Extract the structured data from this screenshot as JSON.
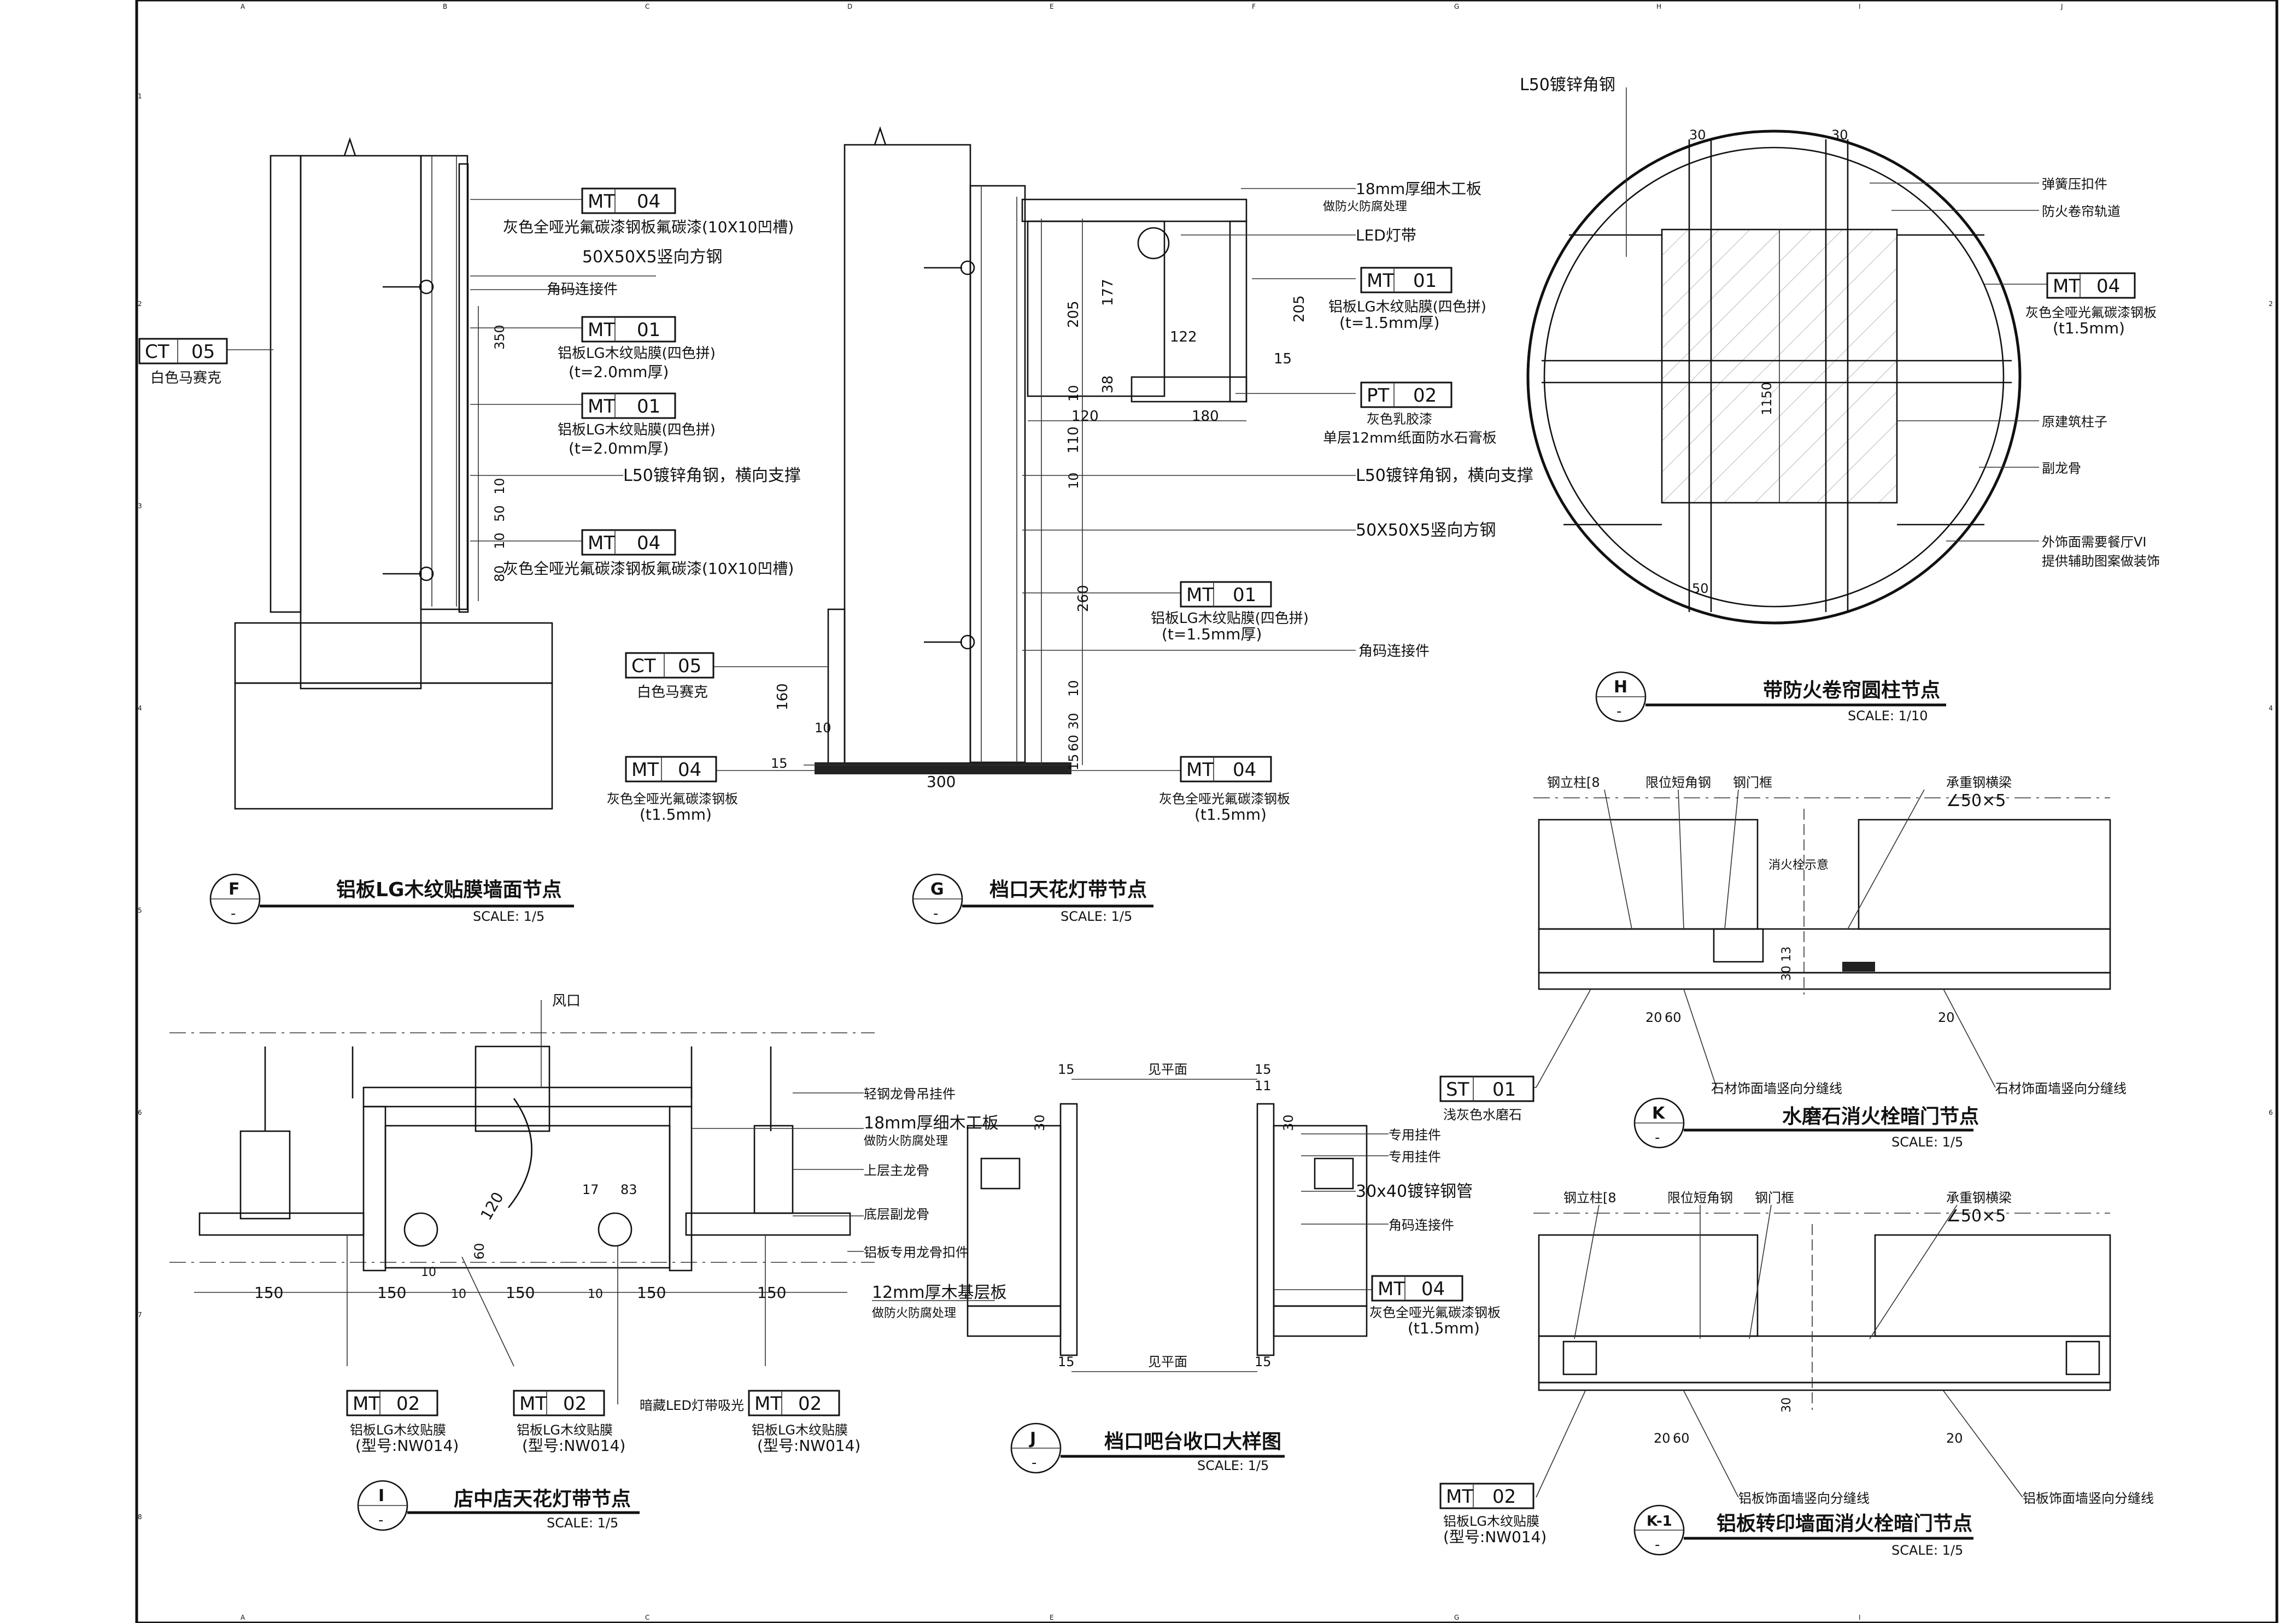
{
  "sheet": {
    "grid_columns": [
      "A",
      "B",
      "C",
      "D",
      "E",
      "F",
      "G",
      "H",
      "I",
      "J"
    ],
    "grid_rows": [
      "1",
      "2",
      "3",
      "4",
      "5",
      "6",
      "7",
      "8"
    ]
  },
  "details": {
    "F": {
      "id": "F",
      "sub": "-",
      "title": "铝板LG木纹贴膜墙面节点",
      "scale": "SCALE: 1/5",
      "tags": [
        {
          "code": "MT",
          "num": "04",
          "desc": [
            "灰色全哑光氟碳漆钢板氟碳漆(10X10凹槽)"
          ]
        },
        {
          "code": "",
          "num": "",
          "desc": [
            "50X50X5竖向方钢"
          ]
        },
        {
          "code": "",
          "num": "",
          "desc": [
            "角码连接件"
          ]
        },
        {
          "code": "MT",
          "num": "01",
          "desc": [
            "铝板LG木纹贴膜(四色拼)",
            "(t=2.0mm厚)"
          ]
        },
        {
          "code": "MT",
          "num": "01",
          "desc": [
            "铝板LG木纹贴膜(四色拼)",
            "(t=2.0mm厚)"
          ]
        },
        {
          "code": "",
          "num": "",
          "desc": [
            "L50镀锌角钢，横向支撑"
          ]
        },
        {
          "code": "MT",
          "num": "04",
          "desc": [
            "灰色全哑光氟碳漆钢板氟碳漆(10X10凹槽)"
          ]
        },
        {
          "code": "CT",
          "num": "05",
          "desc": [
            "白色马赛克"
          ]
        }
      ],
      "dims": [
        "350",
        "10",
        "50",
        "10",
        "80"
      ]
    },
    "G": {
      "id": "G",
      "sub": "-",
      "title": "档口天花灯带节点",
      "scale": "SCALE: 1/5",
      "tags": [
        {
          "code": "",
          "num": "",
          "desc": [
            "18mm厚细木工板",
            "做防火防腐处理"
          ]
        },
        {
          "code": "",
          "num": "",
          "desc": [
            "LED灯带"
          ]
        },
        {
          "code": "MT",
          "num": "01",
          "desc": [
            "铝板LG木纹贴膜(四色拼)",
            "(t=1.5mm厚)"
          ]
        },
        {
          "code": "PT",
          "num": "02",
          "desc": [
            "灰色乳胶漆",
            "单层12mm纸面防水石膏板"
          ]
        },
        {
          "code": "",
          "num": "",
          "desc": [
            "L50镀锌角钢，横向支撑"
          ]
        },
        {
          "code": "",
          "num": "",
          "desc": [
            "50X50X5竖向方钢"
          ]
        },
        {
          "code": "MT",
          "num": "01",
          "desc": [
            "铝板LG木纹贴膜(四色拼)",
            "(t=1.5mm厚)"
          ]
        },
        {
          "code": "",
          "num": "",
          "desc": [
            "角码连接件"
          ]
        },
        {
          "code": "CT",
          "num": "05",
          "desc": [
            "白色马赛克"
          ]
        },
        {
          "code": "MT",
          "num": "04",
          "desc": [
            "灰色全哑光氟碳漆钢板",
            "(t1.5mm)"
          ]
        },
        {
          "code": "MT",
          "num": "04",
          "desc": [
            "灰色全哑光氟碳漆钢板",
            "(t1.5mm)"
          ]
        }
      ],
      "dims": [
        "205",
        "177",
        "122",
        "38",
        "205",
        "15",
        "10",
        "120",
        "180",
        "110",
        "10",
        "260",
        "10",
        "30",
        "60",
        "15",
        "160",
        "10",
        "15",
        "300"
      ]
    },
    "H": {
      "id": "H",
      "sub": "-",
      "title": "带防火卷帘圆柱节点",
      "scale": "SCALE: 1/10",
      "tags": [
        {
          "code": "",
          "num": "",
          "desc": [
            "L50镀锌角钢"
          ]
        },
        {
          "code": "",
          "num": "",
          "desc": [
            "弹簧压扣件"
          ]
        },
        {
          "code": "",
          "num": "",
          "desc": [
            "防火卷帘轨道"
          ]
        },
        {
          "code": "MT",
          "num": "04",
          "desc": [
            "灰色全哑光氟碳漆钢板",
            "(t1.5mm)"
          ]
        },
        {
          "code": "",
          "num": "",
          "desc": [
            "原建筑柱子"
          ]
        },
        {
          "code": "",
          "num": "",
          "desc": [
            "副龙骨"
          ]
        },
        {
          "code": "",
          "num": "",
          "desc": [
            "外饰面需要餐厅VI",
            "提供辅助图案做装饰"
          ]
        }
      ],
      "dims": [
        "30",
        "1150",
        "30",
        "50"
      ]
    },
    "K": {
      "id": "K",
      "sub": "-",
      "title": "水磨石消火栓暗门节点",
      "scale": "SCALE: 1/5",
      "tags": [
        {
          "code": "",
          "num": "",
          "desc": [
            "钢立柱[8"
          ]
        },
        {
          "code": "",
          "num": "",
          "desc": [
            "限位短角钢"
          ]
        },
        {
          "code": "",
          "num": "",
          "desc": [
            "钢门框"
          ]
        },
        {
          "code": "",
          "num": "",
          "desc": [
            "承重钢横梁",
            "∠50×5"
          ]
        },
        {
          "code": "",
          "num": "",
          "desc": [
            "消火栓示意"
          ]
        },
        {
          "code": "ST",
          "num": "01",
          "desc": [
            "浅灰色水磨石"
          ]
        },
        {
          "code": "",
          "num": "",
          "desc": [
            "石材饰面墙竖向分缝线"
          ]
        },
        {
          "code": "",
          "num": "",
          "desc": [
            "石材饰面墙竖向分缝线"
          ]
        }
      ],
      "dims": [
        "30",
        "13",
        "20",
        "60",
        "20"
      ]
    },
    "K1": {
      "id": "K-1",
      "sub": "-",
      "title": "铝板转印墙面消火栓暗门节点",
      "scale": "SCALE: 1/5",
      "tags": [
        {
          "code": "",
          "num": "",
          "desc": [
            "钢立柱[8"
          ]
        },
        {
          "code": "",
          "num": "",
          "desc": [
            "限位短角钢"
          ]
        },
        {
          "code": "",
          "num": "",
          "desc": [
            "钢门框"
          ]
        },
        {
          "code": "",
          "num": "",
          "desc": [
            "承重钢横梁",
            "∠50×5"
          ]
        },
        {
          "code": "MT",
          "num": "02",
          "desc": [
            "铝板LG木纹贴膜",
            "(型号:NW014)"
          ]
        },
        {
          "code": "",
          "num": "",
          "desc": [
            "铝板饰面墙竖向分缝线"
          ]
        },
        {
          "code": "",
          "num": "",
          "desc": [
            "铝板饰面墙竖向分缝线"
          ]
        }
      ],
      "dims": [
        "30",
        "20",
        "60",
        "20"
      ]
    },
    "I": {
      "id": "I",
      "sub": "-",
      "title": "店中店天花灯带节点",
      "scale": "SCALE: 1/5",
      "tags": [
        {
          "code": "",
          "num": "",
          "desc": [
            "风口"
          ]
        },
        {
          "code": "",
          "num": "",
          "desc": [
            "轻钢龙骨吊挂件"
          ]
        },
        {
          "code": "",
          "num": "",
          "desc": [
            "18mm厚细木工板",
            "做防火防腐处理"
          ]
        },
        {
          "code": "",
          "num": "",
          "desc": [
            "上层主龙骨"
          ]
        },
        {
          "code": "",
          "num": "",
          "desc": [
            "底层副龙骨"
          ]
        },
        {
          "code": "",
          "num": "",
          "desc": [
            "铝板专用龙骨扣件"
          ]
        },
        {
          "code": "MT",
          "num": "02",
          "desc": [
            "铝板LG木纹贴膜",
            "(型号:NW014)"
          ]
        },
        {
          "code": "MT",
          "num": "02",
          "desc": [
            "铝板LG木纹贴膜",
            "(型号:NW014)"
          ]
        },
        {
          "code": "",
          "num": "",
          "desc": [
            "暗藏LED灯带吸光"
          ]
        },
        {
          "code": "MT",
          "num": "02",
          "desc": [
            "铝板LG木纹贴膜",
            "(型号:NW014)"
          ]
        }
      ],
      "dims": [
        "150",
        "150",
        "10",
        "150",
        "150",
        "10",
        "150",
        "120",
        "17",
        "83",
        "60",
        "10"
      ]
    },
    "J": {
      "id": "J",
      "sub": "-",
      "title": "档口吧台收口大样图",
      "scale": "SCALE: 1/5",
      "tags": [
        {
          "code": "",
          "num": "",
          "desc": [
            "见平面"
          ]
        },
        {
          "code": "",
          "num": "",
          "desc": [
            "见平面"
          ]
        },
        {
          "code": "",
          "num": "",
          "desc": [
            "专用挂件"
          ]
        },
        {
          "code": "",
          "num": "",
          "desc": [
            "专用挂件"
          ]
        },
        {
          "code": "",
          "num": "",
          "desc": [
            "30x40镀锌钢管"
          ]
        },
        {
          "code": "",
          "num": "",
          "desc": [
            "角码连接件"
          ]
        },
        {
          "code": "MT",
          "num": "04",
          "desc": [
            "灰色全哑光氟碳漆钢板",
            "(t1.5mm)"
          ]
        },
        {
          "code": "",
          "num": "",
          "desc": [
            "12mm厚木基层板",
            "做防火防腐处理"
          ]
        }
      ],
      "dims": [
        "15",
        "30",
        "15",
        "11",
        "30",
        "15",
        "15"
      ]
    }
  }
}
